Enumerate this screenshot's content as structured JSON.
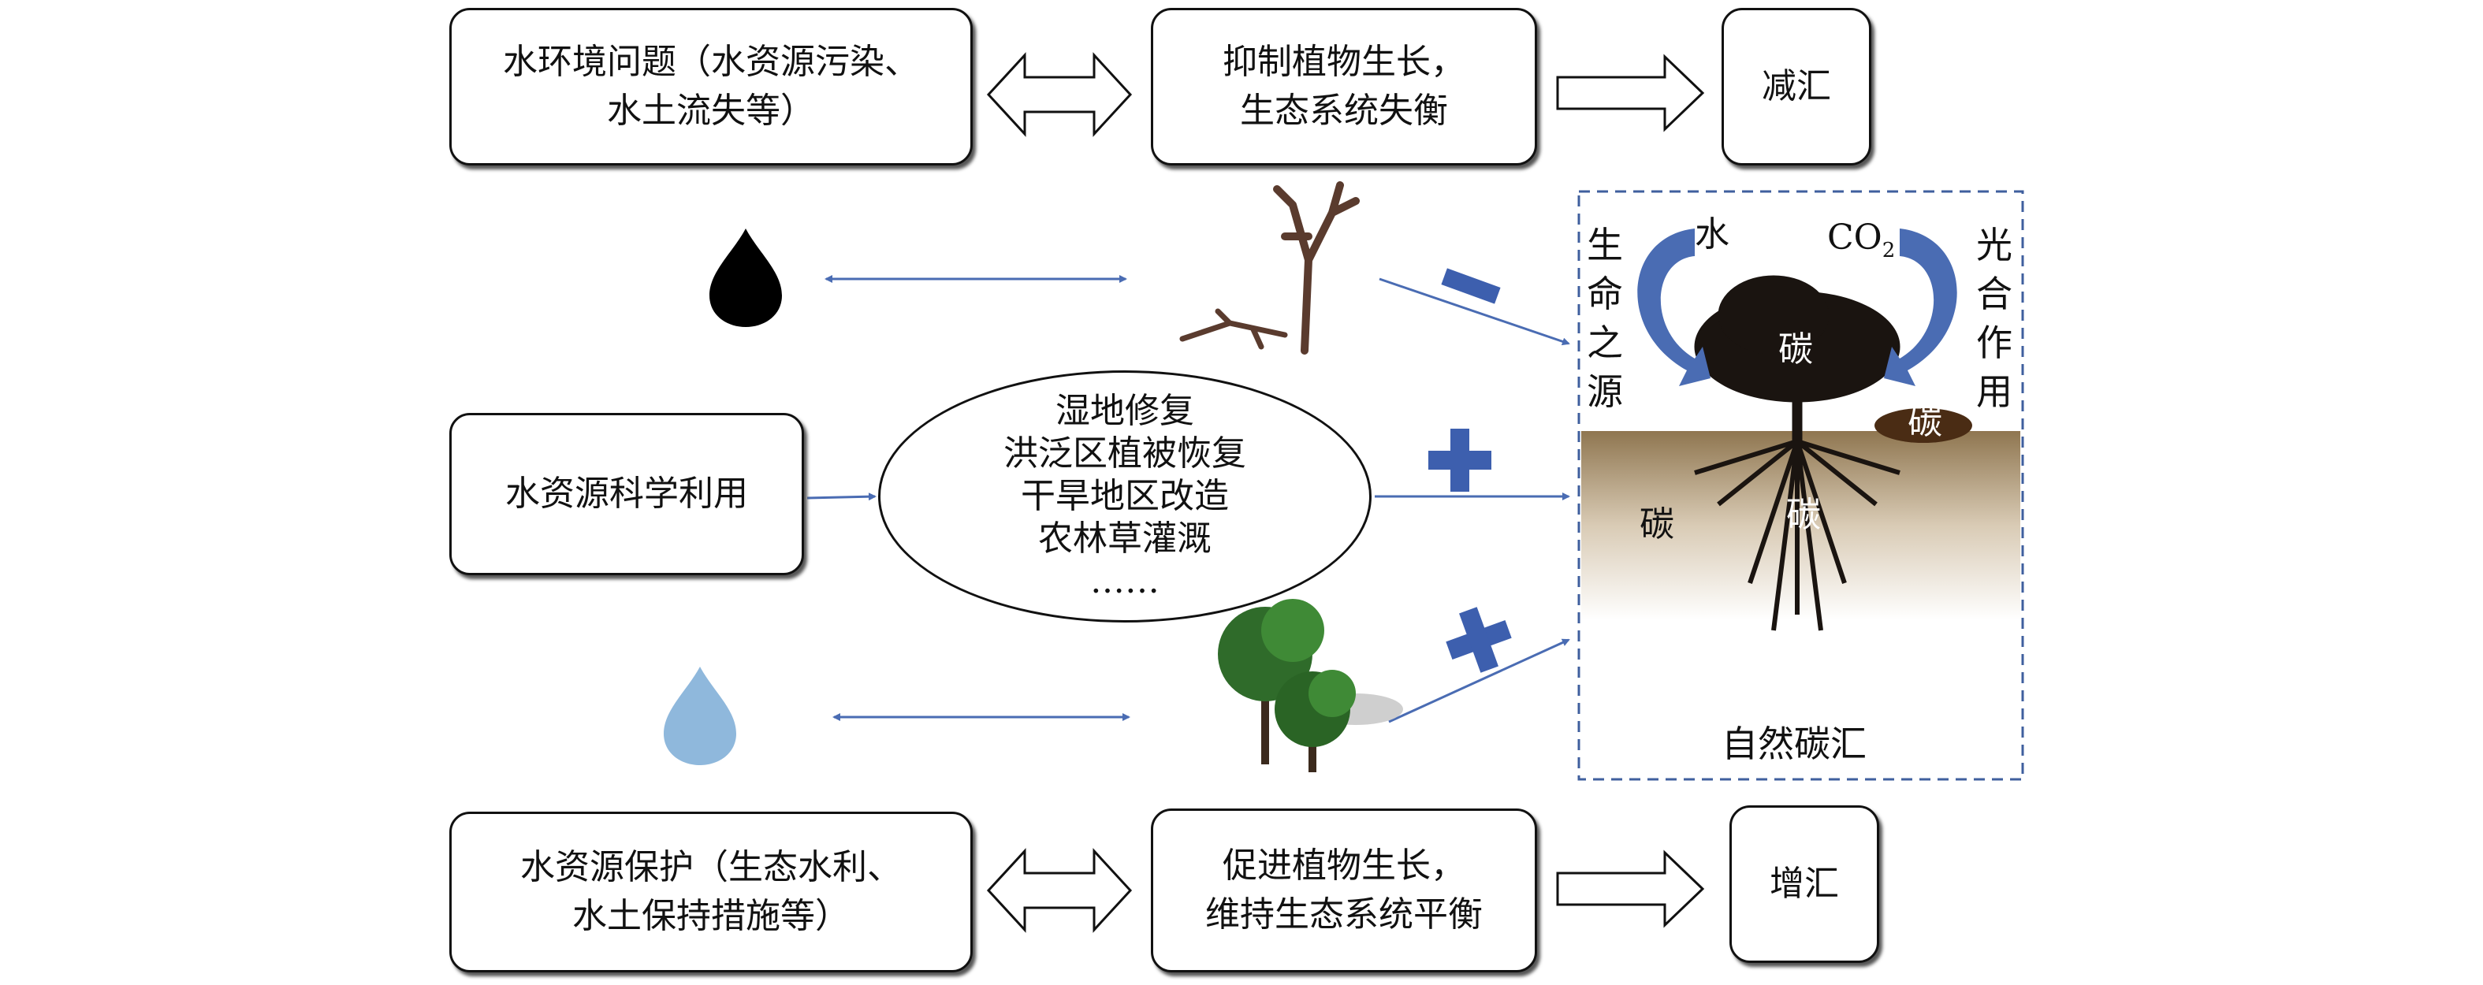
{
  "top_row": {
    "problem": [
      "水环境问题（水资源污染、",
      "水土流失等）"
    ],
    "effect": [
      "抑制植物生长，",
      "生态系统失衡"
    ],
    "result": "减汇"
  },
  "middle": {
    "use_box": "水资源科学利用",
    "measures": [
      "湿地修复",
      "洪泛区植被恢复",
      "干旱地区改造",
      "农林草灌溉",
      "……"
    ]
  },
  "bottom_row": {
    "protection": [
      "水资源保护（生态水利、",
      "水土保持措施等）"
    ],
    "effect": [
      "促进植物生长，",
      "维持生态系统平衡"
    ],
    "result": "增汇"
  },
  "sink_panel": {
    "water": "水",
    "co2": "CO",
    "co2_sub": "2",
    "left_vertical": "生命之源",
    "right_vertical": "光合作用",
    "carbon": "碳",
    "caption": "自然碳汇"
  },
  "signs": {
    "minus": "−",
    "plus": "+"
  },
  "colors": {
    "arrow_blue": "#4a6cb3",
    "panel_border": "#3f5f9e",
    "sign_blue": "#3d5fae",
    "drop_black": "#000000",
    "drop_blue": "#8fb8dc"
  }
}
